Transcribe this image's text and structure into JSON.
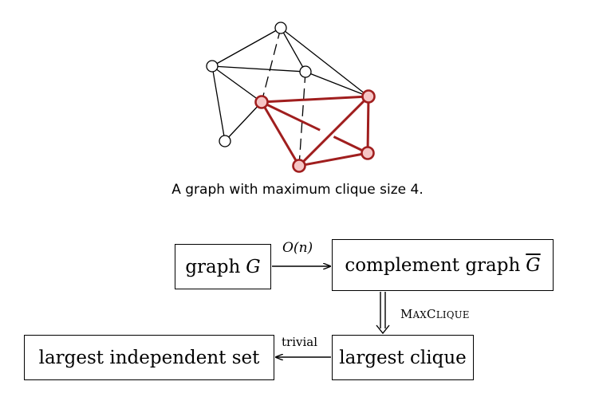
{
  "graph": {
    "highlight_color": "#a01e1e",
    "highlight_fill": "#f6c5c5",
    "plain_color": "#000000",
    "nodes": [
      {
        "id": "n1",
        "highlighted": false
      },
      {
        "id": "n2",
        "highlighted": false
      },
      {
        "id": "n3",
        "highlighted": false
      },
      {
        "id": "n4",
        "highlighted": false
      },
      {
        "id": "n5",
        "highlighted": true
      },
      {
        "id": "n6",
        "highlighted": true
      },
      {
        "id": "n7",
        "highlighted": true
      },
      {
        "id": "n8",
        "highlighted": true
      }
    ],
    "edges": [
      {
        "from": "n1",
        "to": "n2",
        "style": "plain"
      },
      {
        "from": "n1",
        "to": "n3",
        "style": "plain"
      },
      {
        "from": "n1",
        "to": "n6",
        "style": "plain"
      },
      {
        "from": "n1",
        "to": "n5",
        "style": "dashed"
      },
      {
        "from": "n2",
        "to": "n3",
        "style": "plain"
      },
      {
        "from": "n2",
        "to": "n5",
        "style": "plain"
      },
      {
        "from": "n2",
        "to": "n4",
        "style": "plain"
      },
      {
        "from": "n3",
        "to": "n6",
        "style": "plain"
      },
      {
        "from": "n3",
        "to": "n7",
        "style": "dashed"
      },
      {
        "from": "n4",
        "to": "n5",
        "style": "plain"
      },
      {
        "from": "n5",
        "to": "n6",
        "style": "highlight"
      },
      {
        "from": "n5",
        "to": "n7",
        "style": "highlight"
      },
      {
        "from": "n5",
        "to": "n8",
        "style": "highlight-gap"
      },
      {
        "from": "n6",
        "to": "n7",
        "style": "highlight"
      },
      {
        "from": "n7",
        "to": "n8",
        "style": "highlight"
      },
      {
        "from": "n6",
        "to": "n8",
        "style": "highlight"
      }
    ]
  },
  "caption": "A graph with maximum clique size 4.",
  "flow": {
    "graph_label": "graph",
    "graph_symbol": "G",
    "complement_label": "complement graph",
    "complement_symbol": "G",
    "clique_label": "largest clique",
    "independent_label": "largest independent set",
    "arrow_on_label": "O(n)",
    "arrow_maxclique_label": "MaxClique",
    "arrow_trivial_label": "trivial"
  }
}
